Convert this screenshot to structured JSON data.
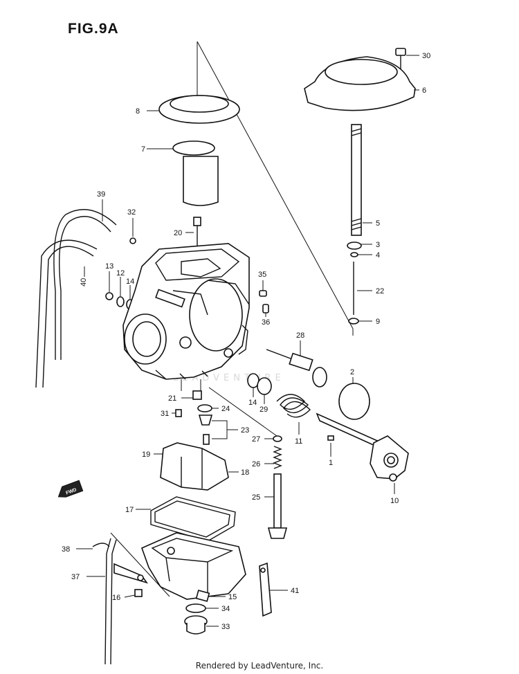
{
  "figure": {
    "title": "FIG.9A",
    "footer": "Rendered by LeadVenture, Inc.",
    "watermark": "LEADVENTURE",
    "fwd_label": "FWD"
  },
  "callouts": [
    "30",
    "6",
    "8",
    "7",
    "5",
    "3",
    "4",
    "22",
    "9",
    "39",
    "32",
    "20",
    "13",
    "12",
    "14",
    "40",
    "35",
    "36",
    "28",
    "2",
    "21",
    "24",
    "14",
    "29",
    "11",
    "31",
    "23",
    "27",
    "19",
    "26",
    "18",
    "1",
    "10",
    "25",
    "17",
    "38",
    "37",
    "16",
    "15",
    "34",
    "33",
    "41"
  ]
}
